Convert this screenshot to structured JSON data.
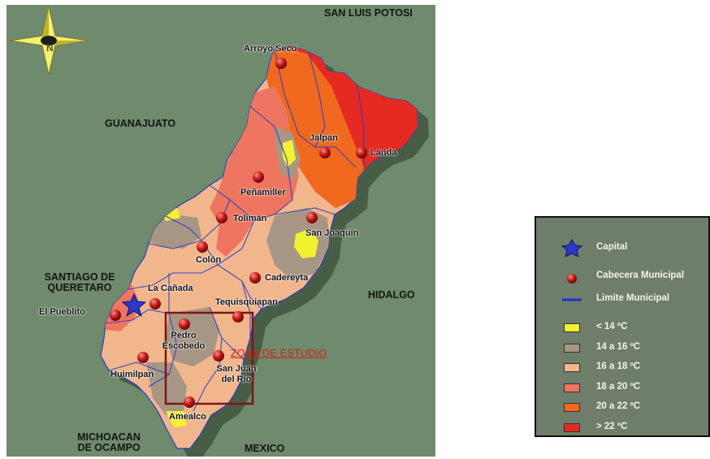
{
  "states": {
    "san_luis_potosi": "SAN LUIS POTOSI",
    "guanajuato": "GUANAJUATO",
    "hidalgo": "HIDALGO",
    "mexico": "MEXICO",
    "michoacan_1": "MICHOACAN",
    "michoacan_2": "DE OCAMPO",
    "santiago_1": "SANTIAGO DE",
    "santiago_2": "QUERETARO"
  },
  "north_label": "N",
  "towns": {
    "arroyo_seco": "Arroyo Seco",
    "jalpan": "Jalpan",
    "landa": "Landa",
    "penamiller": "Peñamiller",
    "tolimán": "Tolimán",
    "san_joaquin": "San Joaquín",
    "colon": "Colón",
    "cadereyta": "Cadereyta",
    "la_canada": "La Cañada",
    "el_pueblito": "El Pueblito",
    "tequisquiapan": "Tequisquiapan",
    "pedro_escobedo_1": "Pedro",
    "pedro_escobedo_2": "Escobedo",
    "san_juan_1": "San Juan",
    "san_juan_2": "del Río",
    "huimilpan": "Huimilpan",
    "amealco": "Amealco"
  },
  "zone_label": "ZONA DE ESTUDIO",
  "legend": {
    "capital": "Capital",
    "cabecera": "Cabecera Municipal",
    "limite": "Limite Municipal",
    "classes": [
      {
        "label": "< 14 ºC",
        "color": "#f2f230"
      },
      {
        "label": "14 a 16 ºC",
        "color": "#a89684"
      },
      {
        "label": "16 a 18 ºC",
        "color": "#f2b68c"
      },
      {
        "label": "18 a 20 ºC",
        "color": "#ee7560"
      },
      {
        "label": "20 a 22 ºC",
        "color": "#f0691e"
      },
      {
        "label": "> 22 ºC",
        "color": "#e52a22"
      }
    ]
  },
  "colors": {
    "municipal_line": "#2a3cc8",
    "zone_box": "#7a1616",
    "legend_bg": "#6f7d6b",
    "capital_star": "#2b38c8",
    "cabecera_dot": "#b01818"
  }
}
